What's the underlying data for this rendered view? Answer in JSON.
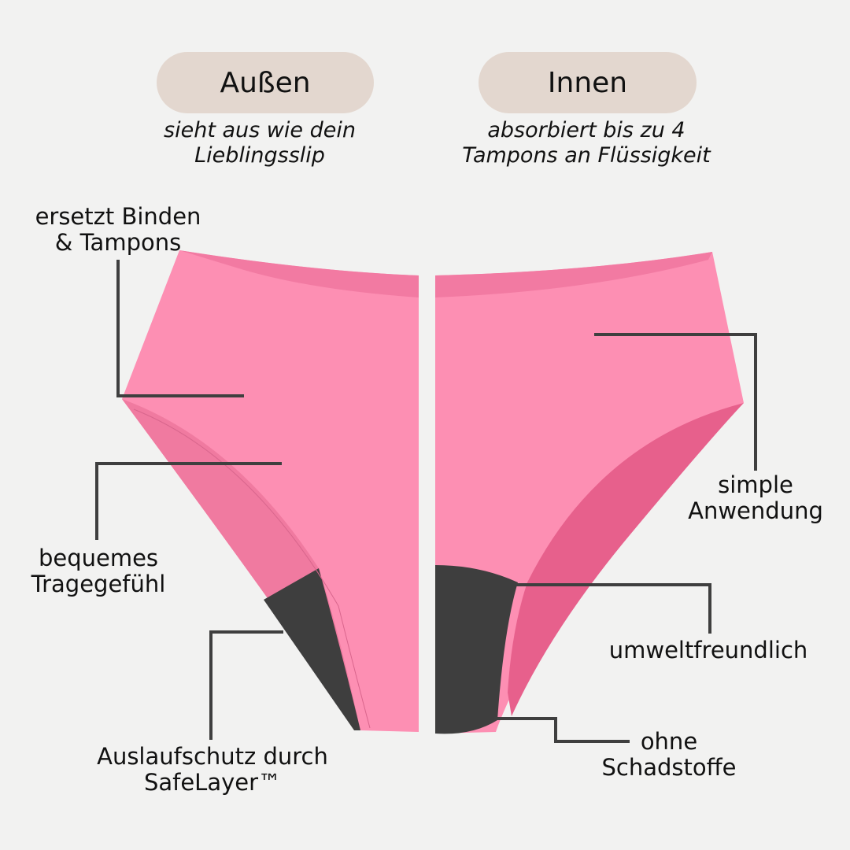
{
  "header": {
    "outside": {
      "title": "Außen",
      "subtitle_line1": "sieht aus wie dein",
      "subtitle_line2": "Lieblingsslip"
    },
    "inside": {
      "title": "Innen",
      "subtitle_line1": "absorbiert bis zu 4",
      "subtitle_line2": "Tampons an Flüssigkeit"
    }
  },
  "callouts": {
    "replaces": {
      "line1": "ersetzt Binden",
      "line2": "& Tampons"
    },
    "comfort": {
      "line1": "bequemes",
      "line2": "Tragegefühl"
    },
    "leak": {
      "line1": "Auslaufschutz durch",
      "line2": "SafeLayer™"
    },
    "simple": {
      "line1": "simple",
      "line2": "Anwendung"
    },
    "eco": {
      "line1": "umweltfreundlich"
    },
    "nontoxic": {
      "line1": "ohne",
      "line2": "Schadstoffe"
    }
  },
  "colors": {
    "background": "#f2f2f1",
    "pill": "#e3d7cf",
    "fabric": "#fd8fb3",
    "fabric_shadow": "#ef6f98",
    "gusset": "#3e3e3e",
    "leader": "#3f3f3f"
  }
}
